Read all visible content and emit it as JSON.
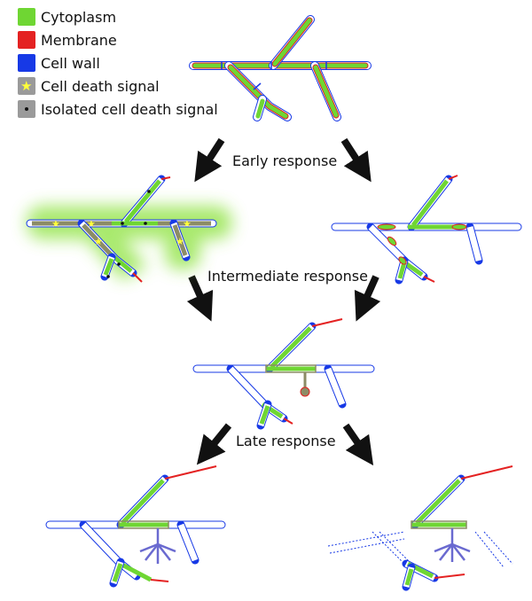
{
  "legend": [
    {
      "label": "Cytoplasm",
      "color": "#6fd633"
    },
    {
      "label": "Membrane",
      "color": "#e42222"
    },
    {
      "label": "Cell wall",
      "color": "#1739e6"
    },
    {
      "label": "Cell death signal",
      "color": "#9a9a9a",
      "marker": "star",
      "marker_color": "#ffff3a"
    },
    {
      "label": "Isolated cell death signal",
      "color": "#9a9a9a",
      "marker": "dot",
      "marker_color": "#111111"
    }
  ],
  "stages": {
    "early": "Early response",
    "intermediate": "Intermediate response",
    "late": "Late response"
  },
  "colors": {
    "cytoplasm": "#6fd633",
    "membrane": "#e42222",
    "wall": "#1739e6",
    "signal_box": "#8c8c66",
    "arrow": "#111111",
    "glow": "#8ce23c"
  }
}
